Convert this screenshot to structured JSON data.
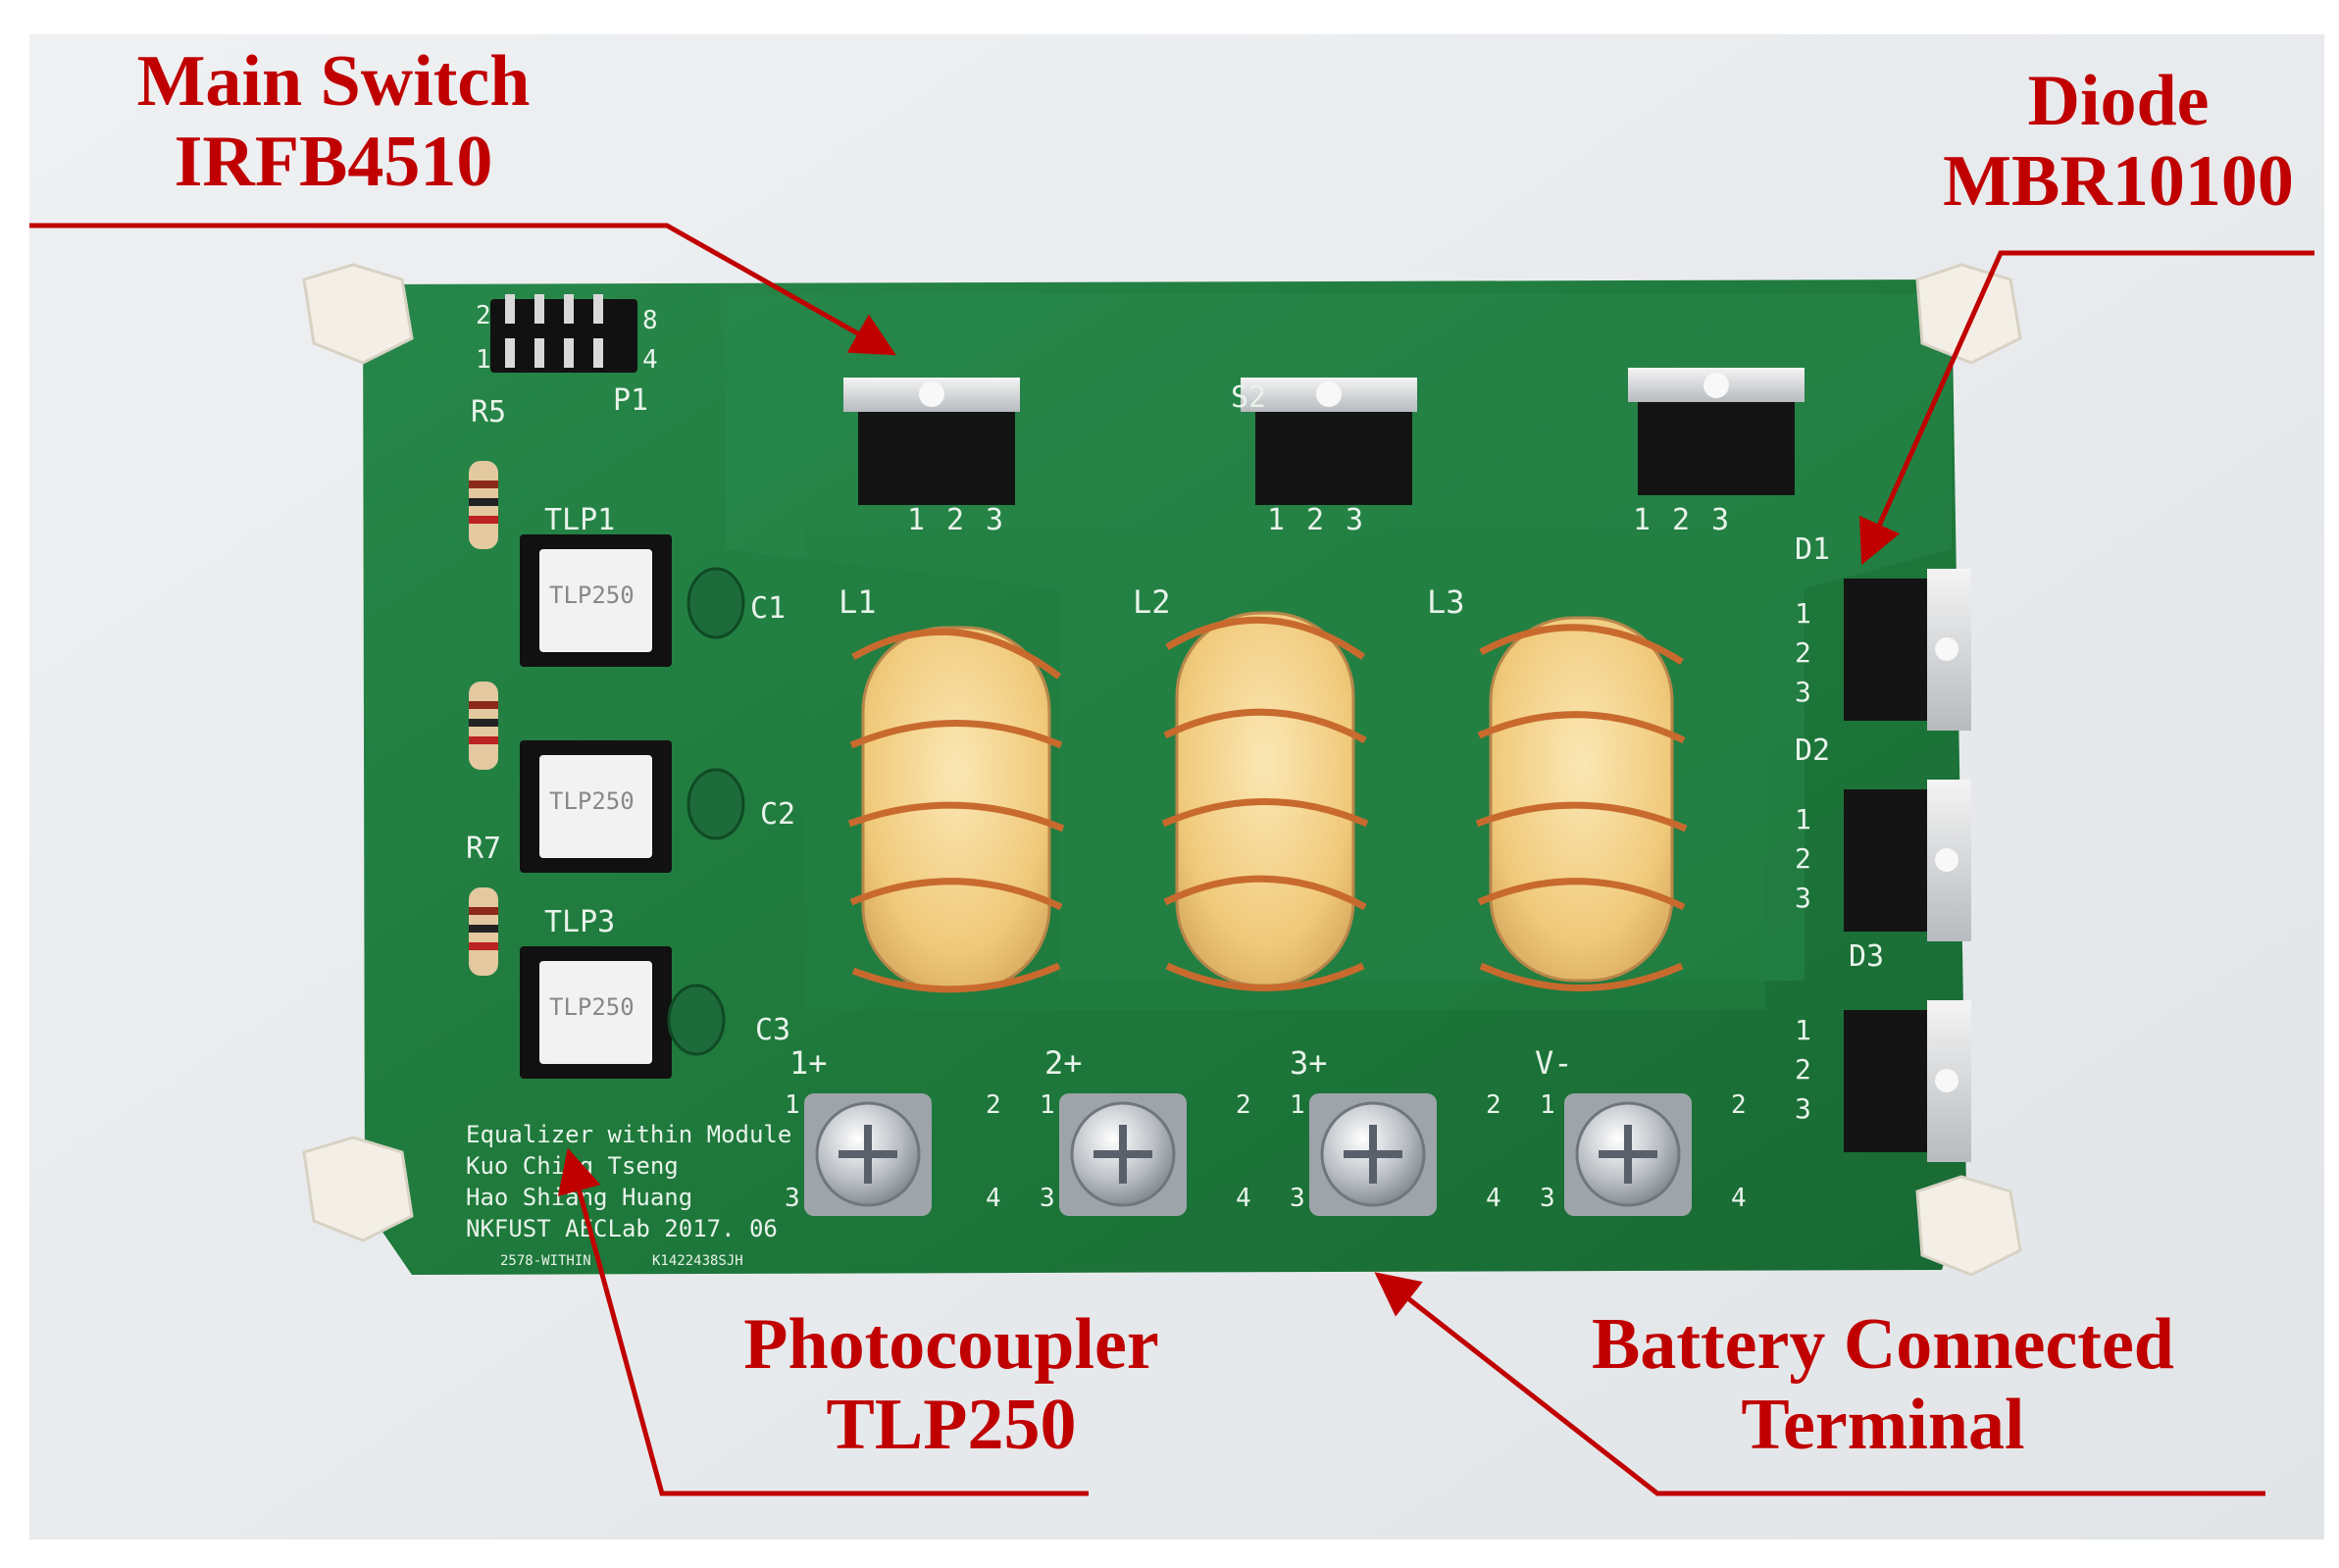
{
  "annotations": {
    "main_switch": {
      "line1": "Main Switch",
      "line2": "IRFB4510"
    },
    "diode": {
      "line1": "Diode",
      "line2": "MBR10100"
    },
    "photocoupler": {
      "line1": "Photocoupler",
      "line2": "TLP250"
    },
    "battery_terminal": {
      "line1": "Battery Connected",
      "line2": "Terminal"
    }
  },
  "board_silkscreen": {
    "header": {
      "ref": "P1",
      "pin1": "1",
      "pin2": "2",
      "pin4": "4",
      "pin8": "8"
    },
    "resistors": [
      "R5",
      "R7"
    ],
    "optocouplers": [
      "TLP1",
      "TLP3"
    ],
    "chip_marking": "TLP250",
    "capacitors": [
      "C1",
      "C2",
      "C3"
    ],
    "inductors": [
      "L1",
      "L2",
      "L3"
    ],
    "switch_ref": "S2",
    "diodes": [
      "D1",
      "D2",
      "D3"
    ],
    "pin_numbers": [
      "1",
      "2",
      "3"
    ],
    "terminals": [
      "1+",
      "2+",
      "3+",
      "V-"
    ],
    "terminal_pins": [
      "1",
      "2",
      "3",
      "4"
    ],
    "credits": [
      "Equalizer within Module",
      "Kuo Ching Tseng",
      "Hao Shiang Huang",
      "NKFUST AECLab 2017. 06"
    ],
    "fab_codes": [
      "2578-WITHIN",
      "K1422438SJH"
    ]
  },
  "colors": {
    "annotation": "#c00000",
    "pcb": "#1f7a3c",
    "background": "#e9ecef"
  }
}
